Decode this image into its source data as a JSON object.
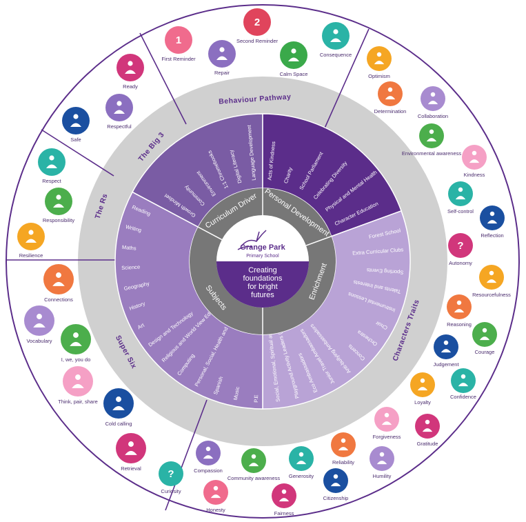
{
  "center": {
    "school_name": "Grange Park",
    "school_sub": "Primary School",
    "tagline": [
      "Creating",
      "foundations",
      "for bright",
      "futures"
    ]
  },
  "core_labels": [
    "Curriculum Driver",
    "Personal Development",
    "Enrichment",
    "Subjects"
  ],
  "curriculum_driver": [
    "Growth Mindset",
    "Community",
    "Environment",
    "1:1 Chromebooks",
    "Digital Literacy",
    "Language Development"
  ],
  "personal_development": [
    "Acts of Kindness",
    "Charity",
    "School Parliament",
    "Celebrating Diversity",
    "Physical and Mental Health",
    "Character Education"
  ],
  "enrichment": [
    "Forest School",
    "Extra Curricular Clubs",
    "Sporting Events",
    "Talents and Interests",
    "Instrumental Lessons",
    "Choir",
    "Orchestra",
    "Concerts",
    "Anti-bullying Ambassadors",
    "Junior Travel Ambassadors",
    "Eco Ambassadors",
    "Playground Activity Leaders (PALs)",
    "Social, Emotional, Spiritual and Cultural (SMSC)"
  ],
  "subjects": [
    "Reading",
    "Writing",
    "Maths",
    "Science",
    "Geography",
    "History",
    "Art",
    "Design and Technology",
    "Religious and World View Education",
    "Computing",
    "Personal, Social, Health and Economic Education",
    "Spanish",
    "Music",
    "P.E"
  ],
  "sections": {
    "behaviour": "Behaviour Pathway",
    "big3": "The Big 3",
    "rs": "The Rs",
    "supersix": "Super Six",
    "traits": "Characters Traits"
  },
  "behaviour_items": [
    "First Reminder",
    "Second Reminder",
    "Consequence",
    "Repair",
    "Calm Space"
  ],
  "big3_items": [
    "Ready",
    "Respectful",
    "Safe"
  ],
  "rs_items": [
    "Respect",
    "Responsibility",
    "Resilience"
  ],
  "supersix_items": [
    "Connections",
    "Vocabulary",
    "I, we, you do",
    "Think, pair, share",
    "Cold calling",
    "Retrieval"
  ],
  "trait_items": [
    "Optimism",
    "Determination",
    "Collaboration",
    "Environmental awareness",
    "Kindness",
    "Self-control",
    "Reflection",
    "Autonomy",
    "Resourcefulness",
    "Reasoning",
    "Courage",
    "Judgement",
    "Confidence",
    "Loyalty",
    "Forgiveness",
    "Gratitude",
    "Reliability",
    "Humility",
    "Generosity",
    "Citizenship",
    "Fairness",
    "Community awareness",
    "Compassion",
    "Honesty",
    "Curiosity"
  ],
  "icon_glyphs": {
    "first": "1",
    "second": "2",
    "autonomy": "?",
    "curiosity": "?"
  },
  "icon_names": [
    "hand-icon",
    "scale-icon",
    "heart-icon",
    "lightbulb-icon",
    "lion-icon",
    "globe-icon",
    "clock-icon",
    "envelope-icon",
    "handshake-icon"
  ],
  "colors": {
    "purple_dark": "#5b2d8a",
    "purple_mid": "#7e5aa6",
    "purple_light": "#b7a1d4",
    "grey_ring": "#c8c8c8",
    "grey_core": "#7a7a7a",
    "rim": "#5b2d8a"
  }
}
